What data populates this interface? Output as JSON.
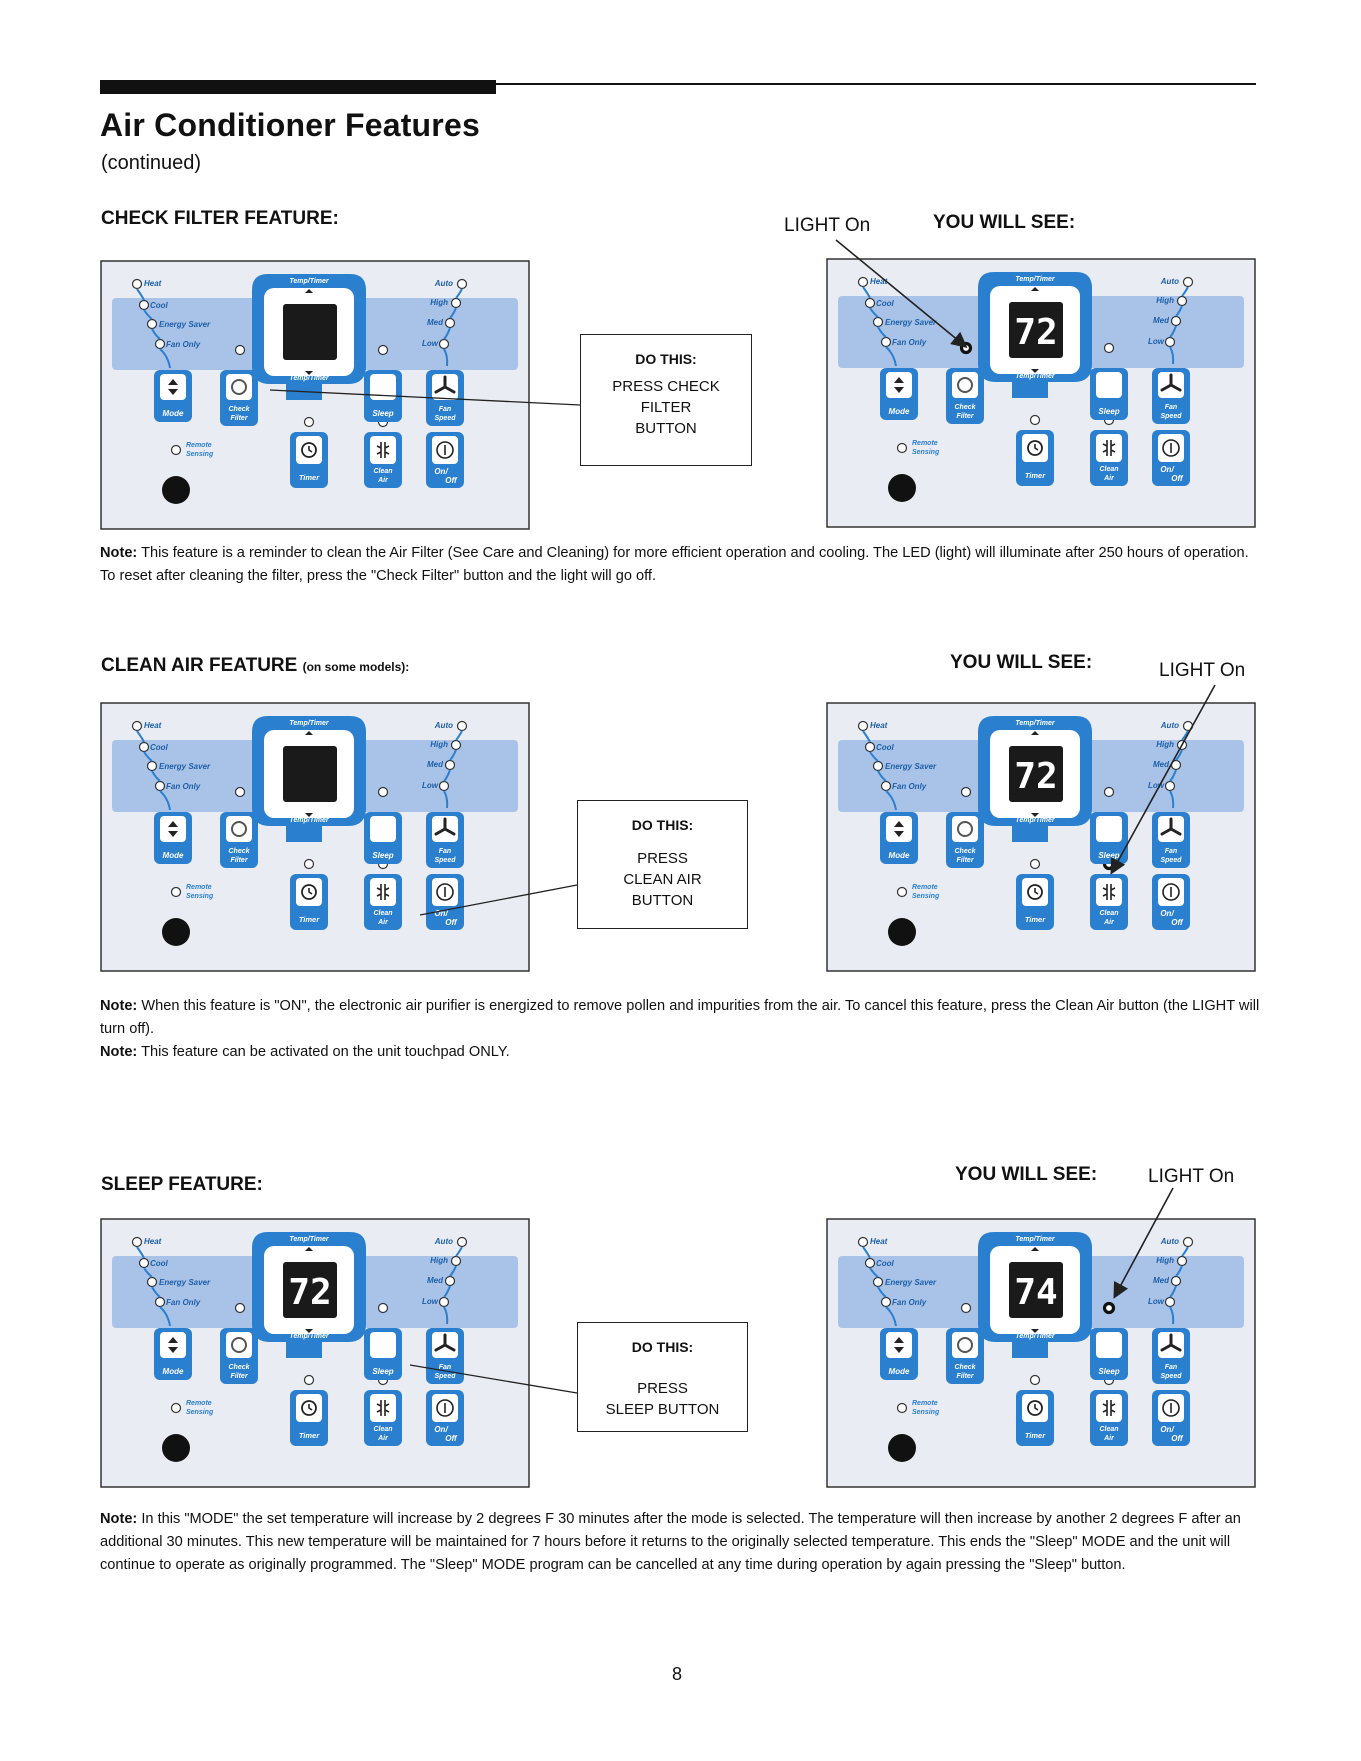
{
  "page": {
    "title": "Air Conditioner Features",
    "subtitle": "(continued)",
    "page_number": "8"
  },
  "panel": {
    "temp_timer": "Temp/Timer",
    "modes": [
      "Heat",
      "Cool",
      "Energy Saver",
      "Fan Only"
    ],
    "speeds": [
      "Auto",
      "High",
      "Med",
      "Low"
    ],
    "buttons": {
      "mode": "Mode",
      "check_filter_1": "Check",
      "check_filter_2": "Filter",
      "sleep": "Sleep",
      "fan_speed_1": "Fan",
      "fan_speed_2": "Speed",
      "timer": "Timer",
      "clean_air_1": "Clean",
      "clean_air_2": "Air",
      "on_off_1": "On/",
      "on_off_2": "Off"
    },
    "remote_sensing_1": "Remote",
    "remote_sensing_2": "Sensing"
  },
  "sections": [
    {
      "heading": "CHECK FILTER FEATURE:",
      "heading_extra": "",
      "you_will_see": "YOU WILL SEE:",
      "light_on": "LIGHT On",
      "do_this_title": "DO THIS:",
      "do_this_lines": [
        "PRESS CHECK",
        "FILTER",
        "BUTTON"
      ],
      "display_before": "",
      "display_after": "72",
      "note_lines": [
        {
          "label": "Note:",
          "text": " This feature is a reminder to clean the Air Filter (See Care and Cleaning) for more efficient operation and cooling. The LED (light) will illuminate after 250 hours of operation. To reset after cleaning the filter, press the \"Check Filter\" button and the light will go off."
        }
      ]
    },
    {
      "heading": "CLEAN AIR FEATURE",
      "heading_extra": "(on some models):",
      "you_will_see": "YOU WILL SEE:",
      "light_on": "LIGHT On",
      "do_this_title": "DO THIS:",
      "do_this_lines": [
        "PRESS",
        "CLEAN AIR",
        "BUTTON"
      ],
      "display_before": "",
      "display_after": "72",
      "note_lines": [
        {
          "label": "Note:",
          "text": " When this feature is \"ON\", the electronic air purifier is energized to remove pollen and impurities from the air. To cancel this feature, press the Clean Air button (the LIGHT will turn off)."
        },
        {
          "label": "Note:",
          "text": " This feature can be activated on the unit touchpad ONLY."
        }
      ]
    },
    {
      "heading": "SLEEP FEATURE:",
      "heading_extra": "",
      "you_will_see": "YOU WILL SEE:",
      "light_on": "LIGHT On",
      "do_this_title": "DO THIS:",
      "do_this_lines": [
        "PRESS",
        "SLEEP BUTTON"
      ],
      "display_before": "72",
      "display_after": "74",
      "note_lines": [
        {
          "label": "Note:",
          "text": " In this \"MODE\" the set temperature will increase by 2 degrees F 30 minutes after the mode is selected. The temperature will then increase by another 2 degrees F after an additional 30 minutes. This new temperature will be maintained for 7 hours before it returns to the originally selected temperature. This ends the \"Sleep\" MODE and the unit will continue to operate as originally programmed. The \"Sleep\" MODE program can be cancelled at any time during operation by again pressing the \"Sleep\" button."
        }
      ]
    }
  ]
}
